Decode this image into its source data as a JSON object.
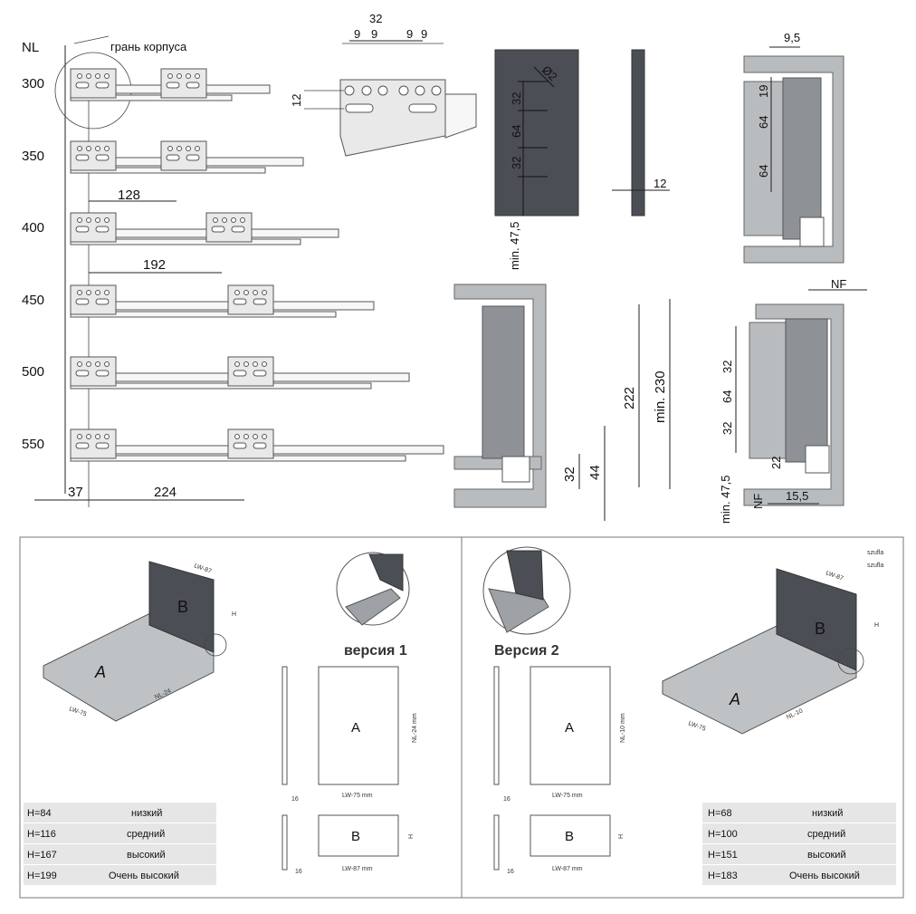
{
  "top": {
    "nl_header": "NL",
    "cabinet_edge": "грань корпуса",
    "nl_rows": [
      "300",
      "350",
      "400",
      "450",
      "500",
      "550"
    ],
    "dims_left": {
      "d128": "128",
      "d192": "192",
      "d37": "37",
      "d224": "224"
    },
    "bracket_dims": {
      "d32": "32",
      "d9a": "9",
      "d9b": "9",
      "d9c": "9",
      "d9d": "9",
      "d12": "12"
    },
    "front_panel": {
      "d32a": "32",
      "d64": "64",
      "d32b": "32",
      "phi": "Ø2",
      "min475": "min. 47,5"
    },
    "side_profile": {
      "d12": "12"
    },
    "side_view_top": {
      "d95": "9,5",
      "d19": "19",
      "d64a": "64",
      "d64b": "64"
    },
    "section_view": {
      "d222": "222",
      "dmin230": "min. 230",
      "d32": "32",
      "d44": "44"
    },
    "nf_view": {
      "nf_top": "NF",
      "d32a": "32",
      "d64": "64",
      "d32b": "32",
      "d22": "22",
      "nf_bottom": "NF",
      "d155": "15,5",
      "min475": "min. 47,5"
    }
  },
  "version1": {
    "title": "версия 1",
    "iso": {
      "a": "A",
      "b": "B",
      "lw": "LW-75",
      "nl": "NL-24",
      "lw87": "LW-87",
      "h": "H"
    },
    "panel_a": {
      "letter": "A",
      "height_label": "NL-24 mm",
      "width_label": "LW-75 mm"
    },
    "panel_b": {
      "letter": "B",
      "height_label": "H",
      "width_label": "LW-87 mm"
    },
    "thickness": "16",
    "table": [
      {
        "h": "H=84",
        "name": "низкий"
      },
      {
        "h": "H=116",
        "name": "средний"
      },
      {
        "h": "H=167",
        "name": "высокий"
      },
      {
        "h": "H=199",
        "name": "Очень высокий"
      }
    ]
  },
  "version2": {
    "title": "Версия 2",
    "iso": {
      "a": "A",
      "b": "B",
      "lw": "LW-75",
      "nl": "NL-10",
      "lw87": "LW-87",
      "h": "H",
      "legend1": "szufla",
      "legend2": "szufla"
    },
    "panel_a": {
      "letter": "A",
      "height_label": "NL-10 mm",
      "width_label": "LW-75 mm"
    },
    "panel_b": {
      "letter": "B",
      "height_label": "H",
      "width_label": "LW-87 mm"
    },
    "thickness": "16",
    "table": [
      {
        "h": "H=68",
        "name": "низкий"
      },
      {
        "h": "H=100",
        "name": "средний"
      },
      {
        "h": "H=151",
        "name": "высокий"
      },
      {
        "h": "H=183",
        "name": "Очень высокий"
      }
    ]
  },
  "colors": {
    "panel_dark": "#4b4f55",
    "panel_light": "#b9bcbf",
    "table_fill": "#e6e6e6"
  }
}
